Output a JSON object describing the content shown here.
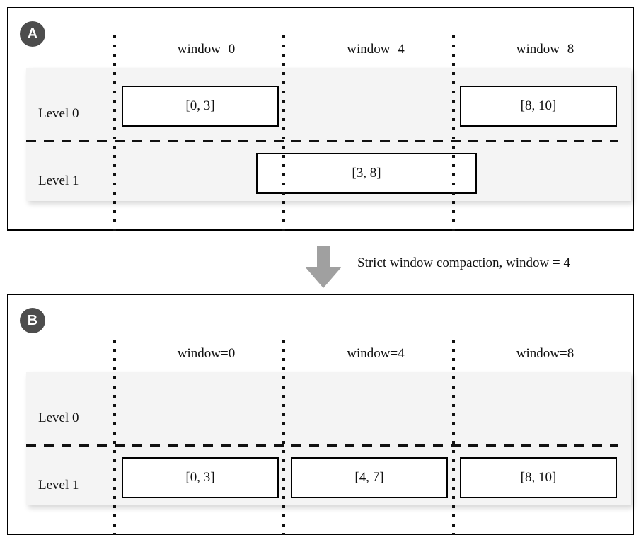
{
  "figure": {
    "type": "diagram",
    "title": "Strict window compaction illustration",
    "colors": {
      "badge_bg": "#4d4d4d",
      "badge_text": "#ffffff",
      "band_bg": "#f4f4f4",
      "panel_border": "#000000",
      "box_border": "#000000",
      "box_fill": "#ffffff",
      "arrow_fill": "#a0a0a0",
      "text": "#111111"
    }
  },
  "panels": [
    {
      "id": "A",
      "badge_label": "A",
      "column_headers": [
        {
          "label": "window=0"
        },
        {
          "label": "window=4"
        },
        {
          "label": "window=8"
        }
      ],
      "rows": [
        {
          "label": "Level 0",
          "boxes": [
            {
              "label": "[0, 3]",
              "start": 0,
              "end": 3,
              "column": "window=0"
            },
            {
              "label": "[8, 10]",
              "start": 8,
              "end": 10,
              "column": "window=8"
            }
          ]
        },
        {
          "label": "Level 1",
          "boxes": [
            {
              "label": "[3, 8]",
              "start": 3,
              "end": 8,
              "column": "spans window=0 to window=8"
            }
          ]
        }
      ]
    },
    {
      "id": "B",
      "badge_label": "B",
      "column_headers": [
        {
          "label": "window=0"
        },
        {
          "label": "window=4"
        },
        {
          "label": "window=8"
        }
      ],
      "rows": [
        {
          "label": "Level 0",
          "boxes": []
        },
        {
          "label": "Level 1",
          "boxes": [
            {
              "label": "[0, 3]",
              "start": 0,
              "end": 3,
              "column": "window=0"
            },
            {
              "label": "[4, 7]",
              "start": 4,
              "end": 7,
              "column": "window=4"
            },
            {
              "label": "[8, 10]",
              "start": 8,
              "end": 10,
              "column": "window=8"
            }
          ]
        }
      ]
    }
  ],
  "transition": {
    "label": "Strict window compaction, window = 4",
    "arrow_direction": "down",
    "arrow_icon": "arrow-down-icon"
  }
}
